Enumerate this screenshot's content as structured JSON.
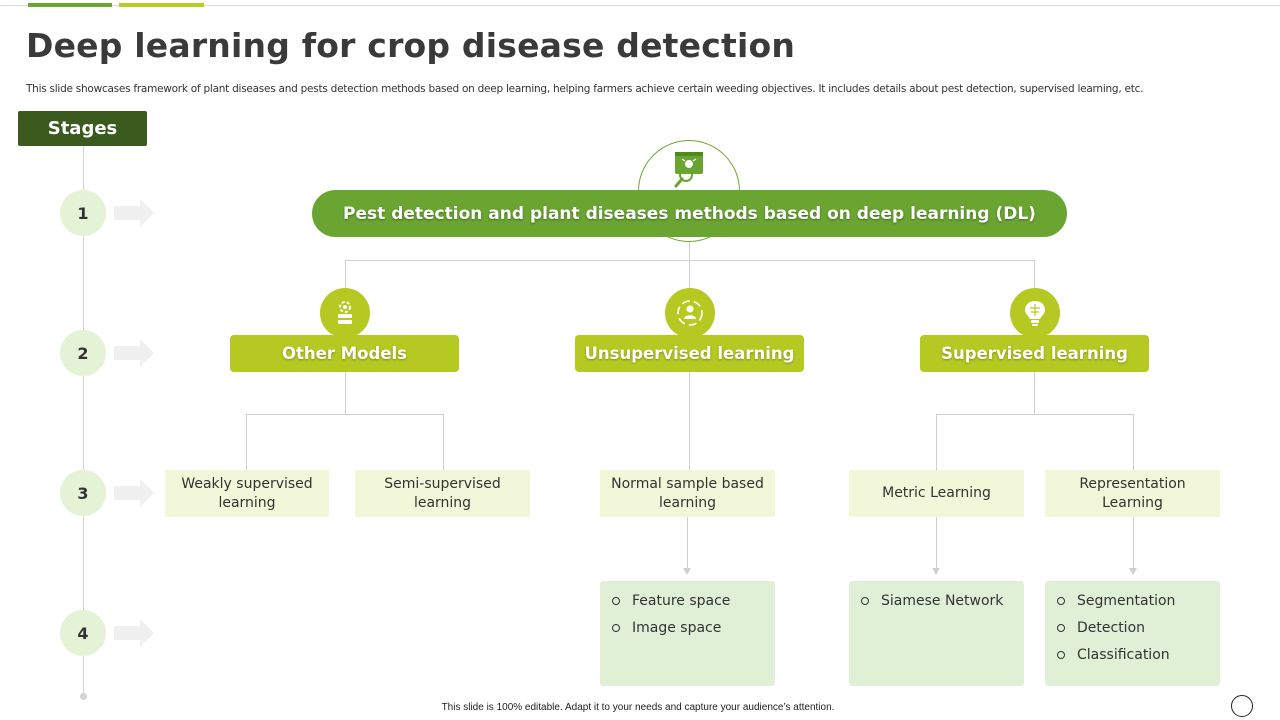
{
  "title": "Deep learning for crop disease detection",
  "subtitle": "This slide showcases framework of plant diseases and pests detection methods based on deep learning, helping farmers achieve certain weeding objectives. It includes details about pest detection, supervised learning, etc.",
  "stages": {
    "label": "Stages",
    "numbers": [
      "1",
      "2",
      "3",
      "4"
    ]
  },
  "main": {
    "label": "Pest detection and plant diseases methods based on deep learning (DL)",
    "icon": "pest-detection-icon"
  },
  "categories": [
    {
      "label": "Other Models",
      "icon": "settings-database-icon",
      "leaves": [
        "Weakly supervised learning",
        "Semi-supervised learning"
      ]
    },
    {
      "label": "Unsupervised learning",
      "icon": "person-cycle-icon",
      "leaves": [
        "Normal sample based learning"
      ],
      "details": [
        [
          "Feature space",
          "Image space"
        ]
      ]
    },
    {
      "label": "Supervised learning",
      "icon": "brain-bulb-icon",
      "leaves": [
        "Metric Learning",
        "Representation Learning"
      ],
      "details": [
        [
          "Siamese Network"
        ],
        [
          "Segmentation",
          "Detection",
          "Classification"
        ]
      ]
    }
  ],
  "footer": "This slide is 100% editable. Adapt it to your needs and capture your audience’s attention.",
  "colors": {
    "dark_green": "#3a5a1e",
    "green": "#6aa531",
    "lime": "#b5c922",
    "light_leaf": "#f2f7d9",
    "light_detail": "#e0f0d6",
    "stage_circle": "#e4f2d6"
  }
}
